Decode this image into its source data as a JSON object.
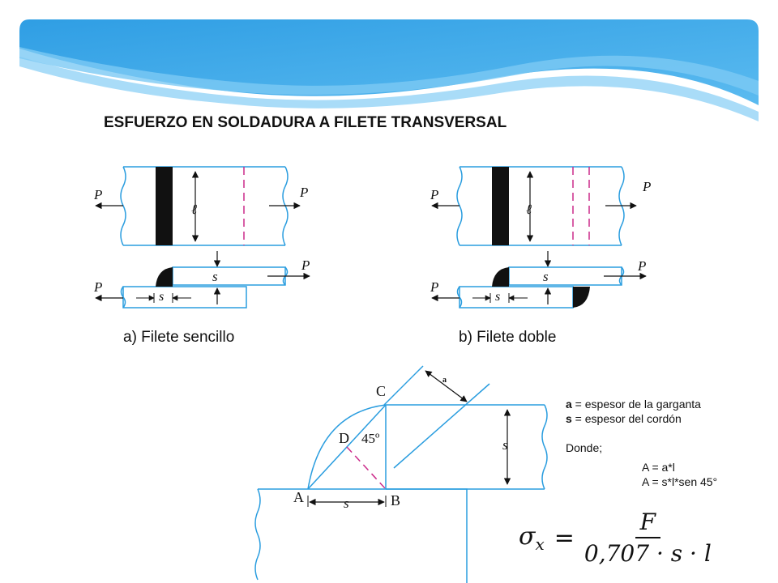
{
  "title": "ESFUERZO EN SOLDADURA A FILETE TRANSVERSAL",
  "captions": {
    "a": "a) Filete sencillo",
    "b": "b) Filete doble"
  },
  "labels": {
    "P": "P",
    "l": "ℓ",
    "s": "s",
    "A": "A",
    "B": "B",
    "C": "C",
    "D": "D",
    "angle": "45º",
    "a": "a"
  },
  "legend": {
    "a_sym": "a",
    "a_text": " = espesor de la garganta",
    "s_sym": "s",
    "s_text": " = espesor del cordón",
    "donde": "Donde;",
    "eq1": "A = a*l",
    "eq2": "A = s*l*sen 45°"
  },
  "formula": {
    "lhs": "σ",
    "sub": "x",
    "eq": "=",
    "num": "F",
    "den": "0,707 · s · l"
  },
  "colors": {
    "banner_dark": "#2c9fe6",
    "banner_light": "#a8dcf8",
    "line": "#2a9ddf",
    "dash": "#cc2a8a",
    "weld": "#111111"
  }
}
